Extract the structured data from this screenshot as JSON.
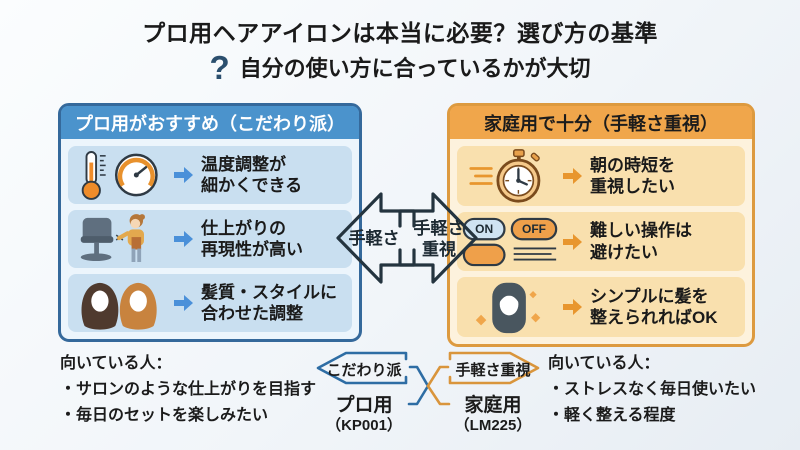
{
  "colors": {
    "left_accent": "#4b93cc",
    "left_border": "#35699b",
    "left_row_bg": "#c9dff0",
    "left_arrow": "#4a90d9",
    "right_accent": "#f0a64b",
    "right_border": "#dd9a3f",
    "right_row_bg": "#f9e0ae",
    "right_arrow": "#e8962e",
    "question_mark": "#2b4f6e",
    "text": "#1b1b1b"
  },
  "header": {
    "title": "プロ用ヘアアイロンは本当に必要？選び方の基準",
    "question_mark": "?",
    "subtitle": "自分の使い方に合っているかが大切"
  },
  "left_panel": {
    "title": "プロ用がおすすめ（こだわり派）",
    "items": [
      {
        "icon": "thermometer-gauge-icon",
        "line1": "温度調整が",
        "line2": "細かくできる"
      },
      {
        "icon": "salon-chair-icon",
        "line1": "仕上がりの",
        "line2": "再現性が高い"
      },
      {
        "icon": "two-hairstyles-icon",
        "line1": "髪質・スタイルに",
        "line2": "合わせた調整"
      }
    ]
  },
  "right_panel": {
    "title": "家庭用で十分（手軽さ重視）",
    "items": [
      {
        "icon": "stopwatch-icon",
        "line1": "朝の時短を",
        "line2": "重視したい"
      },
      {
        "icon": "on-off-switch-icon",
        "on_label": "ON",
        "off_label": "OFF",
        "line1": "難しい操作は",
        "line2": "避けたい"
      },
      {
        "icon": "simple-hair-icon",
        "line1": "シンプルに髪を",
        "line2": "整えられればOK"
      }
    ]
  },
  "center_arrows": {
    "left_label": "手軽さ",
    "right_label_line1": "手軽さ",
    "right_label_line2": "重視"
  },
  "bottom": {
    "left": {
      "heading": "向いている人：",
      "bullet1": "・サロンのような仕上がりを目指す",
      "bullet2": "・毎日のセットを楽しみたい"
    },
    "center": {
      "left_arrow_label": "こだわり派",
      "left_product": "プロ用",
      "left_model": "（KP001）",
      "right_arrow_label": "手軽さ重視",
      "right_product": "家庭用",
      "right_model": "（LM225）"
    },
    "right": {
      "heading": "向いている人：",
      "bullet1": "・ストレスなく毎日使いたい",
      "bullet2": "・軽く整える程度"
    }
  }
}
